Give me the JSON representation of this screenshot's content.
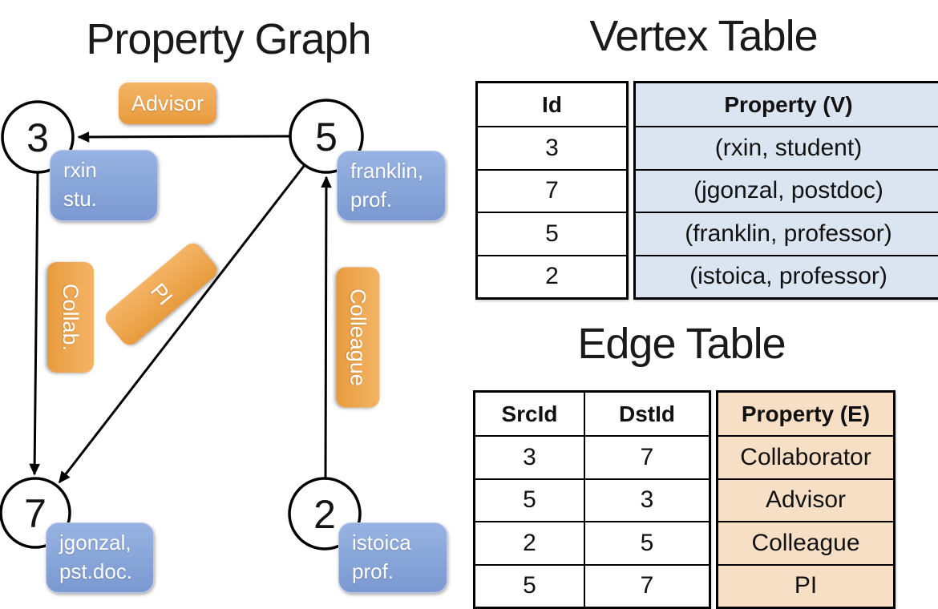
{
  "graph": {
    "title": "Property Graph",
    "nodes": [
      {
        "id": "3",
        "label": "3",
        "prop_lines": [
          "rxin",
          "stu."
        ]
      },
      {
        "id": "5",
        "label": "5",
        "prop_lines": [
          "franklin,",
          "prof."
        ]
      },
      {
        "id": "7",
        "label": "7",
        "prop_lines": [
          "jgonzal,",
          "pst.doc."
        ]
      },
      {
        "id": "2",
        "label": "2",
        "prop_lines": [
          "istoica",
          "prof."
        ]
      }
    ],
    "edge_labels": {
      "advisor": "Advisor",
      "collab": "Collab.",
      "pi": "PI",
      "colleague": "Colleague"
    }
  },
  "vertex_table": {
    "title": "Vertex Table",
    "columns": [
      "Id",
      "Property (V)"
    ],
    "rows": [
      [
        "3",
        "(rxin, student)"
      ],
      [
        "7",
        "(jgonzal, postdoc)"
      ],
      [
        "5",
        "(franklin, professor)"
      ],
      [
        "2",
        "(istoica, professor)"
      ]
    ]
  },
  "edge_table": {
    "title": "Edge Table",
    "columns": [
      "SrcId",
      "DstId",
      "Property (E)"
    ],
    "rows": [
      [
        "3",
        "7",
        "Collaborator"
      ],
      [
        "5",
        "3",
        "Advisor"
      ],
      [
        "2",
        "5",
        "Colleague"
      ],
      [
        "5",
        "7",
        "PI"
      ]
    ]
  },
  "colors": {
    "edge_label_orange_top": "#f4b466",
    "edge_label_orange_bottom": "#e89b3d",
    "vertex_label_blue_top": "#97b3e2",
    "vertex_label_blue_bottom": "#7b99d1",
    "vertex_table_fill": "#dbe5f1",
    "edge_table_fill": "#f7dfc6",
    "line_color": "#000000"
  }
}
